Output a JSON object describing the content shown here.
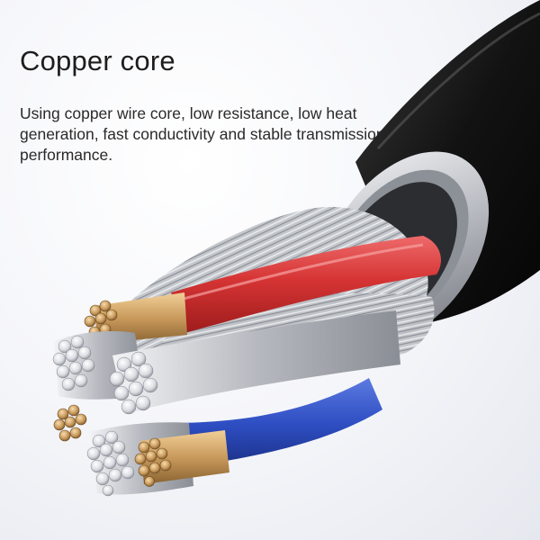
{
  "headline": "Copper core",
  "description": "Using copper wire core, low resistance, low heat generation, fast conductivity and stable transmission performance.",
  "illustration": {
    "subject": "cable-cross-section",
    "colors": {
      "jacket": "#1a1a1a",
      "collar": "#c9ccd1",
      "red_insulation": "#d63434",
      "blue_insulation": "#2f4fc4",
      "copper": "#c99a5c",
      "tinned_strands": "#d9dce1"
    }
  }
}
